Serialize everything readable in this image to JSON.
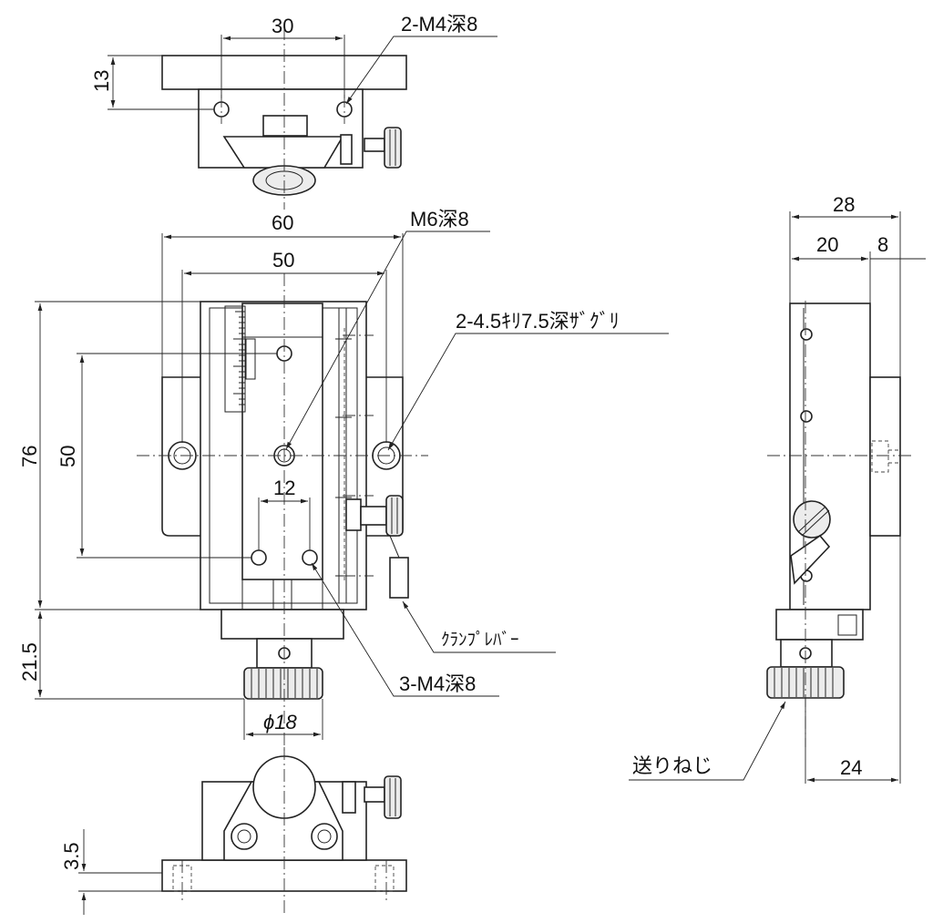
{
  "figure": {
    "top_view": {
      "dim_width": "30",
      "dim_height": "13",
      "callout_tapped": "2-M4深8"
    },
    "front_view": {
      "dim_overall_width": "60",
      "dim_table_width": "50",
      "dim_overall_length": "76",
      "dim_hole_pitch": "50",
      "dim_tap_pitch": "12",
      "dim_knob_offset": "21.5",
      "dim_knob_diameter": "ϕ18",
      "callout_center_tap": "M6深8",
      "callout_counterbore": "2-4.5ｷﾘ7.5深ｻﾞｸﾞﾘ",
      "callout_clamp": "ｸﾗﾝﾌﾟﾚﾊﾞｰ",
      "callout_taps": "3-M4深8"
    },
    "side_view": {
      "dim_total": "28",
      "dim_body": "20",
      "dim_plate": "8",
      "dim_knob": "24",
      "callout_feed_screw": "送りねじ"
    },
    "bottom_view": {
      "dim_base": "3.5"
    }
  }
}
